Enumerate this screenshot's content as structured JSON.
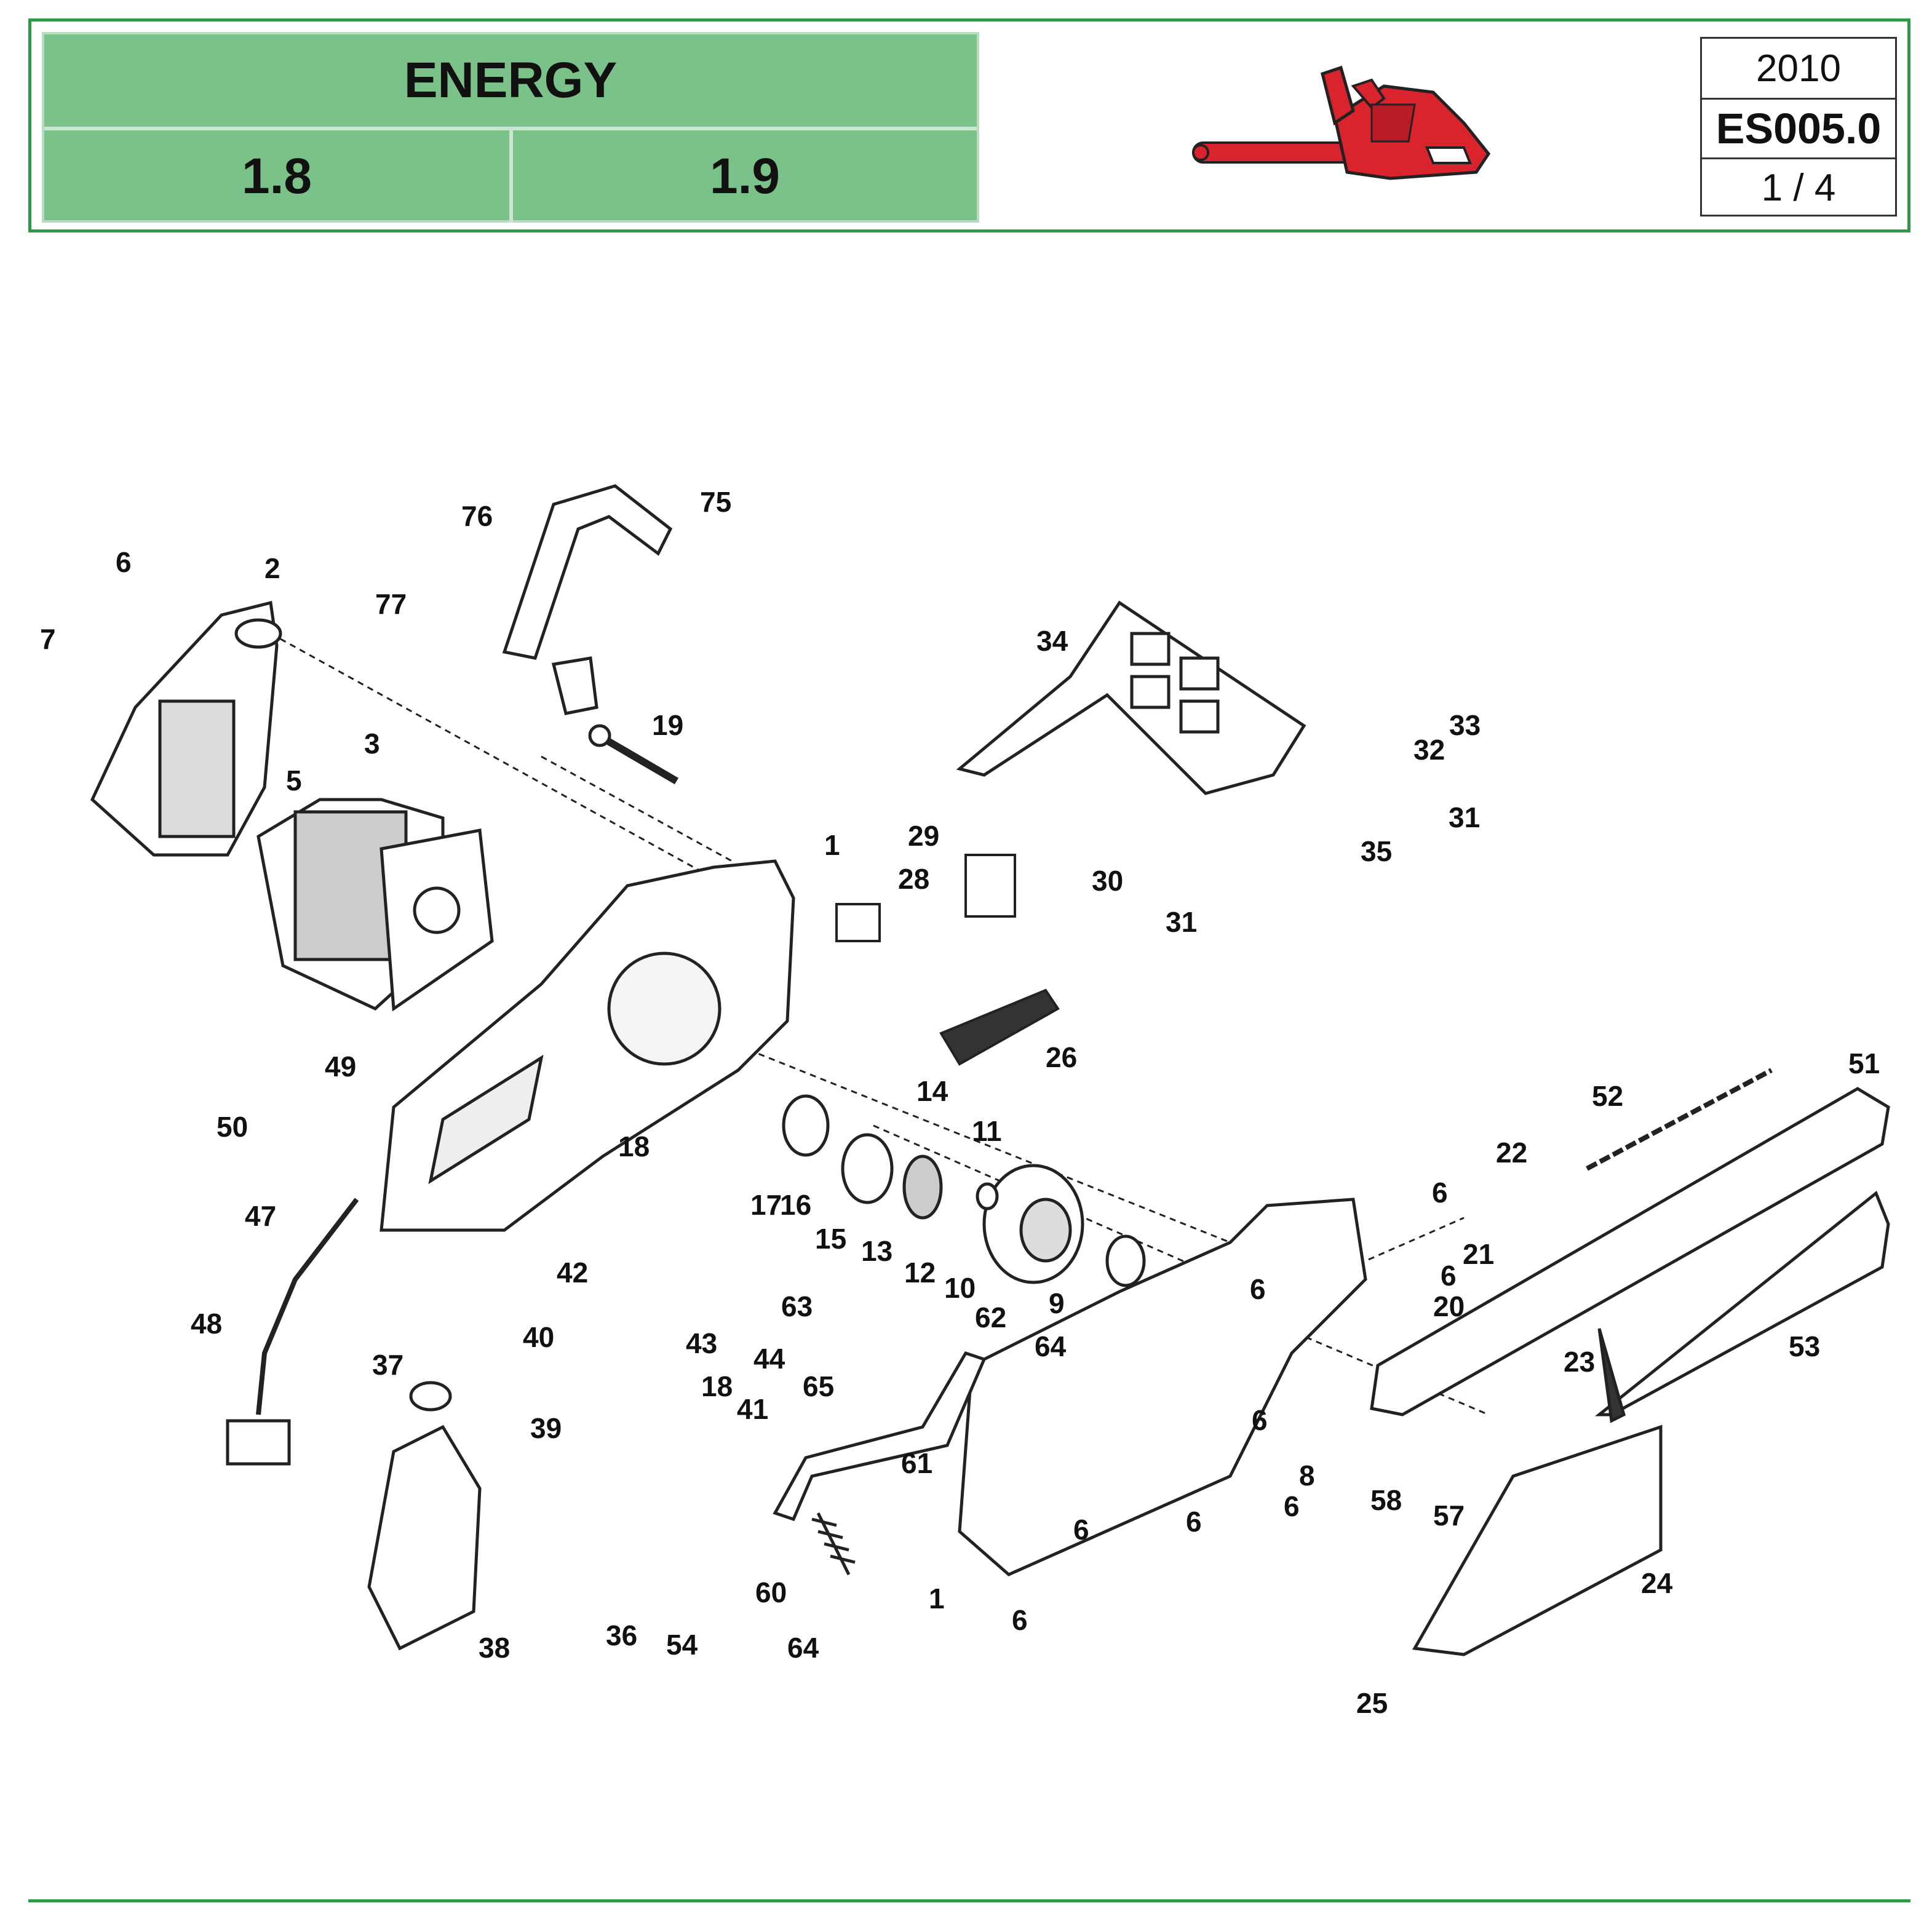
{
  "header": {
    "model_name": "ENERGY",
    "variants": [
      "1.8",
      "1.9"
    ],
    "year": "2010",
    "code": "ES005.0",
    "page": "1 / 4",
    "thumbnail_icon": "chainsaw-icon",
    "thumbnail_color": "#d9232d"
  },
  "colors": {
    "frame": "#2e9a48",
    "panel": "#7ac18a"
  },
  "callouts": [
    "1",
    "1",
    "2",
    "3",
    "5",
    "6",
    "6",
    "6",
    "6",
    "6",
    "6",
    "6",
    "6",
    "6",
    "7",
    "8",
    "9",
    "10",
    "11",
    "12",
    "13",
    "14",
    "15",
    "16",
    "17",
    "18",
    "18",
    "19",
    "20",
    "21",
    "22",
    "23",
    "24",
    "25",
    "26",
    "28",
    "29",
    "30",
    "31",
    "31",
    "32",
    "33",
    "34",
    "35",
    "36",
    "37",
    "38",
    "39",
    "40",
    "41",
    "42",
    "43",
    "44",
    "47",
    "48",
    "49",
    "50",
    "51",
    "52",
    "53",
    "54",
    "57",
    "58",
    "60",
    "61",
    "62",
    "63",
    "64",
    "64",
    "65",
    "75",
    "76",
    "77"
  ]
}
